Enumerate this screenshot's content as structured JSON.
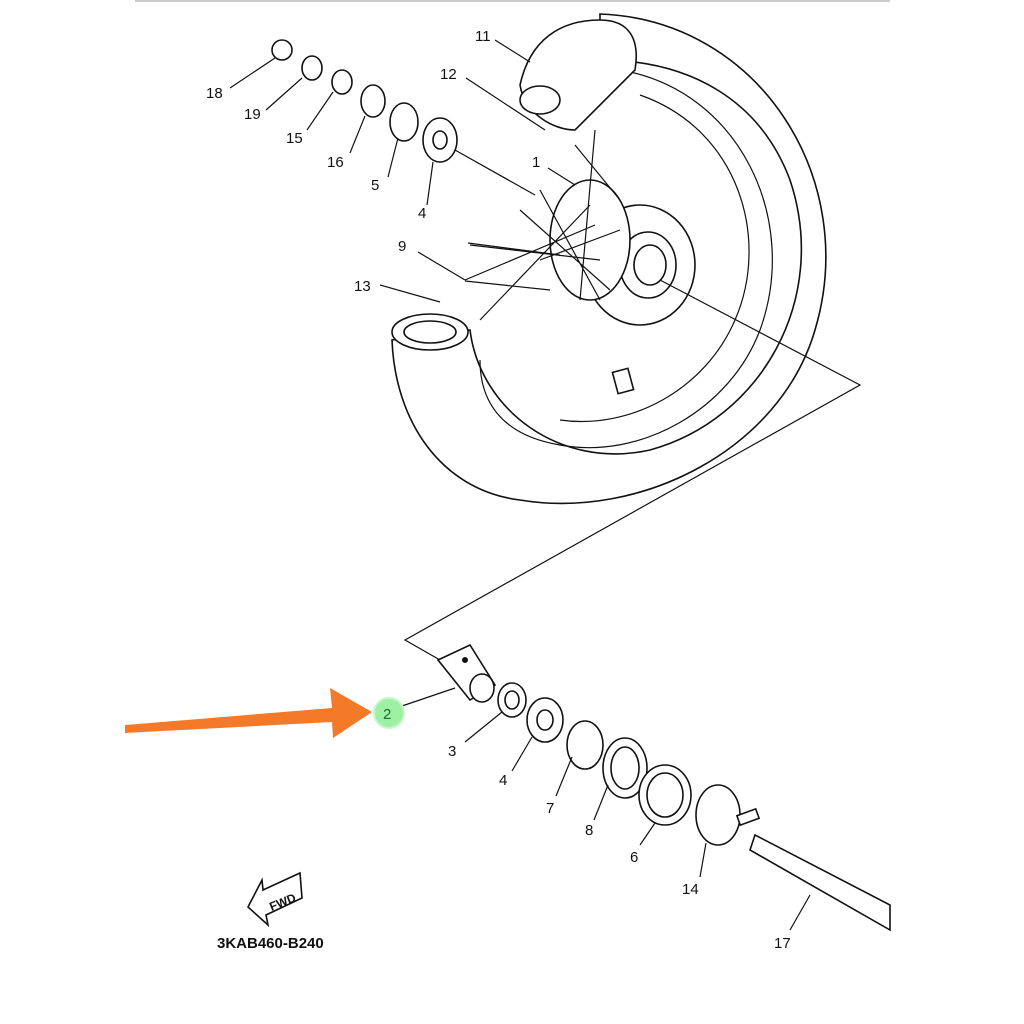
{
  "diagram_title_code": "3KAB460-B240",
  "fwd_label": "FWD",
  "highlight": {
    "label": "2",
    "color": "#9ef0a4",
    "arrow_color": "#f47a2a"
  },
  "callouts_upper": [
    "11",
    "12",
    "1",
    "18",
    "19",
    "15",
    "16",
    "5",
    "4",
    "9",
    "13"
  ],
  "callouts_lower": [
    "3",
    "4",
    "7",
    "8",
    "6",
    "14",
    "17"
  ]
}
